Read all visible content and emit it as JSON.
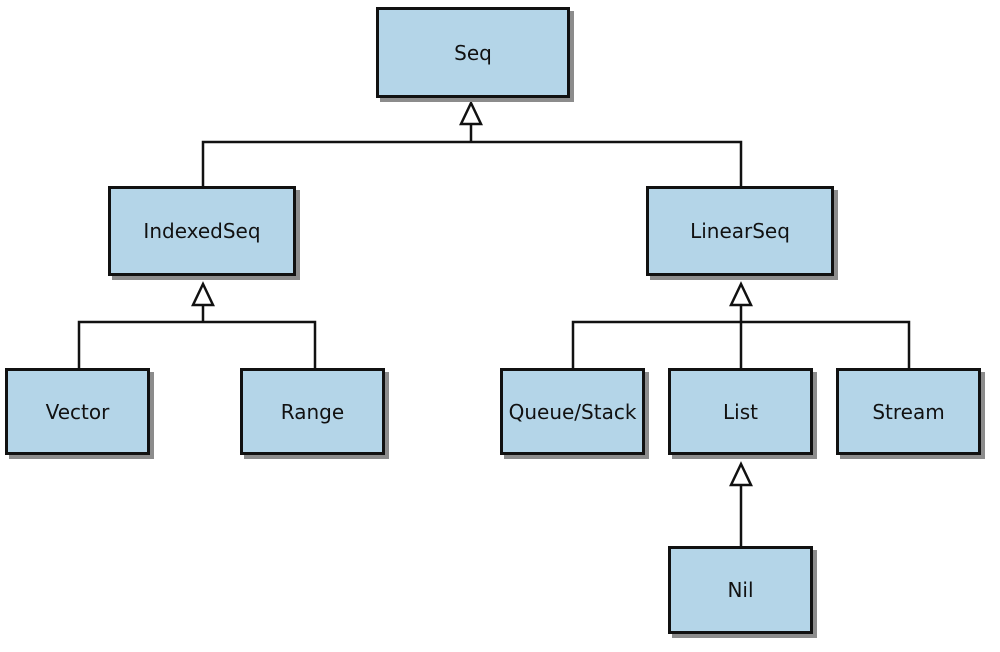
{
  "diagram": {
    "colors": {
      "node_fill": "#b4d5e8",
      "border": "#111111",
      "line": "#111111",
      "arrow_fill": "#ffffff"
    },
    "nodes": {
      "seq": "Seq",
      "indexed_seq": "IndexedSeq",
      "linear_seq": "LinearSeq",
      "vector": "Vector",
      "range": "Range",
      "queue_stack": "Queue/Stack",
      "list": "List",
      "stream": "Stream",
      "nil": "Nil"
    },
    "relationships": [
      {
        "child": "IndexedSeq",
        "parent": "Seq",
        "type": "inheritance"
      },
      {
        "child": "LinearSeq",
        "parent": "Seq",
        "type": "inheritance"
      },
      {
        "child": "Vector",
        "parent": "IndexedSeq",
        "type": "inheritance"
      },
      {
        "child": "Range",
        "parent": "IndexedSeq",
        "type": "inheritance"
      },
      {
        "child": "Queue/Stack",
        "parent": "LinearSeq",
        "type": "inheritance"
      },
      {
        "child": "List",
        "parent": "LinearSeq",
        "type": "inheritance"
      },
      {
        "child": "Stream",
        "parent": "LinearSeq",
        "type": "inheritance"
      },
      {
        "child": "Nil",
        "parent": "List",
        "type": "inheritance"
      }
    ]
  }
}
